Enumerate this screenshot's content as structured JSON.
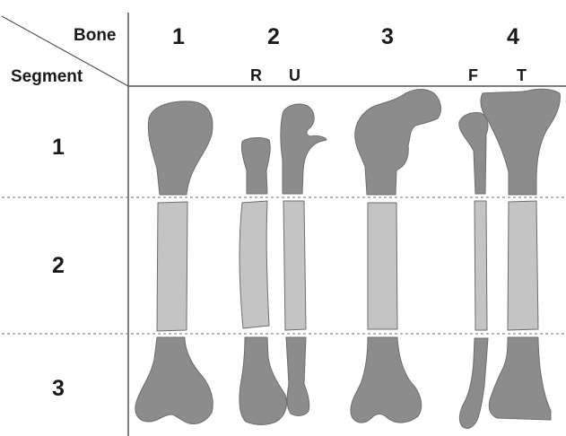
{
  "header": {
    "bone_label": "Bone",
    "segment_label": "Segment"
  },
  "columns": [
    {
      "label": "1"
    },
    {
      "label": "2",
      "sub": [
        "R",
        "U"
      ]
    },
    {
      "label": "3"
    },
    {
      "label": "4",
      "sub": [
        "F",
        "T"
      ]
    }
  ],
  "rows": [
    {
      "label": "1"
    },
    {
      "label": "2"
    },
    {
      "label": "3"
    }
  ],
  "colors": {
    "epiphysis": "#8c8c8c",
    "diaphysis": "#c4c4c4",
    "outline": "#6e6e6e",
    "grid": "#8a8a8a",
    "text": "#1a1a1a"
  }
}
